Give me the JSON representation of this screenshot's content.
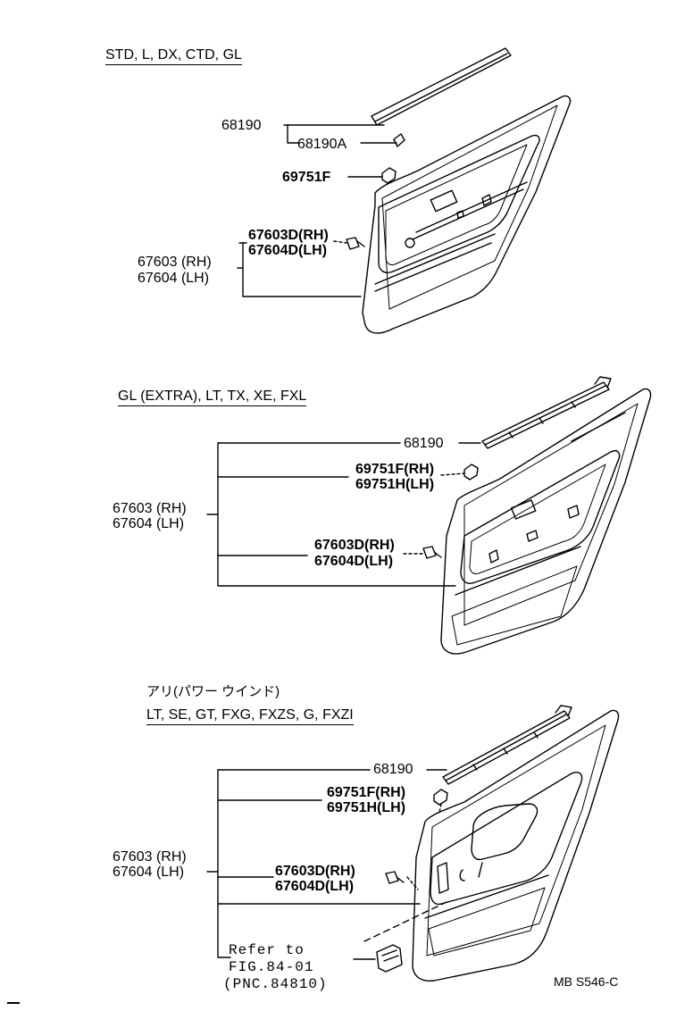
{
  "sections": [
    {
      "title": "STD, L, DX, CTD, GL",
      "parts": {
        "weatherstrip": "68190",
        "weatherstrip_sub": "68190A",
        "clip": "69751F",
        "screw_rh": "67603D",
        "screw_rh_tag": "(RH)",
        "screw_lh": "67604D",
        "screw_lh_tag": "(LH)",
        "panel_rh": "67603 (RH)",
        "panel_lh": "67604 (LH)"
      }
    },
    {
      "title": "GL (EXTRA), LT, TX, XE, FXL",
      "parts": {
        "weatherstrip": "68190",
        "clip_rh": "69751F",
        "clip_rh_tag": "(RH)",
        "clip_lh": "69751H",
        "clip_lh_tag": "(LH)",
        "screw_rh": "67603D",
        "screw_rh_tag": "(RH)",
        "screw_lh": "67604D",
        "screw_lh_tag": "(LH)",
        "panel_rh": "67603 (RH)",
        "panel_lh": "67604 (LH)"
      }
    },
    {
      "subtitle": "アリ(パワー ウインド)",
      "title": "LT, SE, GT, FXG, FXZS, G, FXZI",
      "parts": {
        "weatherstrip": "68190",
        "clip_rh": "69751F",
        "clip_rh_tag": "(RH)",
        "clip_lh": "69751H",
        "clip_lh_tag": "(LH)",
        "screw_rh": "67603D",
        "screw_rh_tag": "(RH)",
        "screw_lh": "67604D",
        "screw_lh_tag": "(LH)",
        "panel_rh": "67603 (RH)",
        "panel_lh": "67604 (LH)",
        "refer_line1": "Refer to",
        "refer_line2": "FIG.84-01",
        "refer_line3": "(PNC.84810)"
      }
    }
  ],
  "figure_code": "MB S546-C"
}
